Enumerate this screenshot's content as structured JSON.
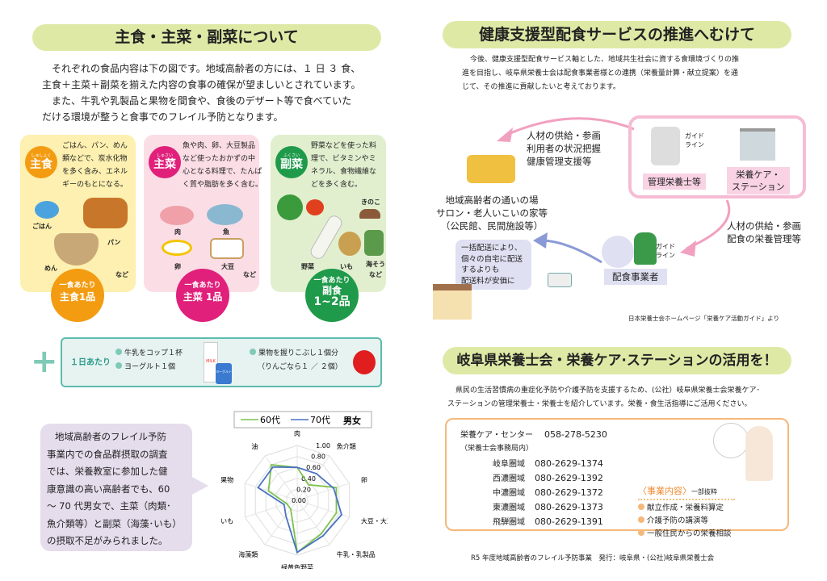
{
  "left": {
    "title": "主食・主菜・副菜について",
    "intro": [
      "それぞれの食品内容は下の図です。地域高齢者の方には、１ 日 ３ 食、",
      "主食＋主菜＋副菜を揃えた内容の食事の確保が望ましいとされています。",
      "また、牛乳や乳製品と果物を間食や、食後のデザート等で食べていた",
      "だける環境が整うと食事でのフレイル予防となります。"
    ],
    "cards": [
      {
        "badge": "主食",
        "ruby": "しゅしょく",
        "desc": [
          "ごはん、パン、めん",
          "類などで、炭水化物",
          "を多く含み、エネル",
          "ギーのもとになる。"
        ],
        "items": [
          "ごはん",
          "パン",
          "めん",
          "など"
        ],
        "per_meal": "一食あたり",
        "amount": "主食1品",
        "color": "#f39c12",
        "bg": "#fdf0b0"
      },
      {
        "badge": "主菜",
        "ruby": "しゅさい",
        "desc": [
          "魚や肉、卵、大豆製品",
          "など使ったおかずの中",
          "心となる料理で、たんぱ",
          "く質や脂肪を多く含む。"
        ],
        "items": [
          "肉",
          "魚",
          "卵",
          "大豆",
          "など"
        ],
        "per_meal": "一食あたり",
        "amount": "主菜 1品",
        "color": "#e0207a",
        "bg": "#fbdde6"
      },
      {
        "badge": "副菜",
        "ruby": "ふくさい",
        "desc": [
          "野菜などを使った料",
          "理で、ビタミンやミ",
          "ネラル、食物繊維な",
          "どを多く含む。"
        ],
        "items": [
          "きのこ",
          "野菜",
          "いも",
          "海そう",
          "など"
        ],
        "per_meal": "一食あたり",
        "amount": "副食",
        "amount2": "1~2品",
        "color": "#1f9a4a",
        "bg": "#e2efcf"
      }
    ],
    "daily": {
      "label": "１日あたり",
      "items": [
        "牛乳をコップ１杯",
        "ヨーグルト１個"
      ],
      "fruit": "果物を握りこぶし１個分",
      "fruit_note": "（りんごなら１ ／ ２個）",
      "milk_label": "MILK",
      "yogurt_label": "ヨーグルト"
    },
    "bubble": [
      "地域高齢者のフレイル予防",
      "事業内での食品群摂取の調査",
      "では、栄養教室に参加した健",
      "康意識の高い高齢者でも、60",
      "～ 70 代男女で、主菜（肉類･",
      "魚介類等）と副菜（海藻･いも）",
      "の摂取不足がみられました。"
    ]
  },
  "chart_data": {
    "type": "radar",
    "title": "男女",
    "categories": [
      "肉",
      "魚介類",
      "卵",
      "大豆・大豆製品",
      "牛乳・乳製品",
      "緑黄色野菜",
      "海藻類",
      "いも",
      "果物",
      "油"
    ],
    "ticks": [
      "0.00",
      "0.20",
      "0.40",
      "0.60",
      "0.80",
      "1.00"
    ],
    "range": [
      0,
      1
    ],
    "series": [
      {
        "name": "60代",
        "color": "#7cc24e",
        "values": [
          0.6,
          0.35,
          0.75,
          0.75,
          0.75,
          0.95,
          0.2,
          0.2,
          0.55,
          0.8
        ]
      },
      {
        "name": "70代",
        "color": "#4a72c4",
        "values": [
          0.6,
          0.6,
          0.7,
          0.85,
          0.8,
          0.95,
          0.35,
          0.25,
          0.75,
          0.75
        ]
      }
    ],
    "legend": "top"
  },
  "right": {
    "title": "健康支援型配食サービスの推進へむけて",
    "intro": [
      "今後、健康支援型配食サービス軸とした、地域共生社会に資する食環境づくりの推",
      "進を目指し、岐阜県栄養士会は配食事業者様との連携（栄養量計算・献立提案）を通",
      "じて、その推進に貢献したいと考えております。"
    ],
    "arrow1": [
      "人材の供給・参画",
      "利用者の状況把握",
      "健康管理支援等"
    ],
    "place": [
      "地域高齢者の通いの場",
      "サロン・老人いこいの家等",
      "（公民館、民間施設等）"
    ],
    "staff": "管理栄養士等",
    "guide": [
      "ガイド",
      "ライン"
    ],
    "station": [
      "栄養ケア・",
      "ステーション"
    ],
    "arrow2": [
      "人材の供給・参画",
      "配食の栄養管理等"
    ],
    "delivery": "配食事業者",
    "note": [
      "一括配送により、",
      "個々の自宅に配送",
      "するよりも",
      "配送料が安価に"
    ],
    "source": "日本栄養士会ホームページ「栄養ケア活動ガイド」より",
    "title2": "岐阜県栄養士会・栄養ケア·ステーションの活用を！",
    "intro2": [
      "県民の生活習慣病の重症化予防や介護予防を支援するため、(公社）岐阜県栄養士会栄養ケア･",
      "ステーションの管理栄養士・栄養士を紹介しています。栄養・食生活指導にご活用ください。"
    ],
    "center": {
      "name": "栄養ケア・センター",
      "phone": "058-278-5230",
      "sub": "（栄養士会事務局内）"
    },
    "areas": [
      {
        "name": "岐阜圏域",
        "phone": "080-2629-1374"
      },
      {
        "name": "西濃圏域",
        "phone": "080-2629-1392"
      },
      {
        "name": "中濃圏域",
        "phone": "080-2629-1372"
      },
      {
        "name": "東濃圏域",
        "phone": "080-2629-1373"
      },
      {
        "name": "飛騨圏域",
        "phone": "080-2629-1391"
      }
    ],
    "services_title": "〈事業内容〉",
    "services_sub": "一部抜粋",
    "services": [
      "献立作成・栄養料算定",
      "介護予防の講演等",
      "一般住民からの栄養相談"
    ],
    "footer": "R5 年度地域高齢者のフレイル予防事業　発行：岐阜県・(公社)岐阜県栄養士会"
  }
}
